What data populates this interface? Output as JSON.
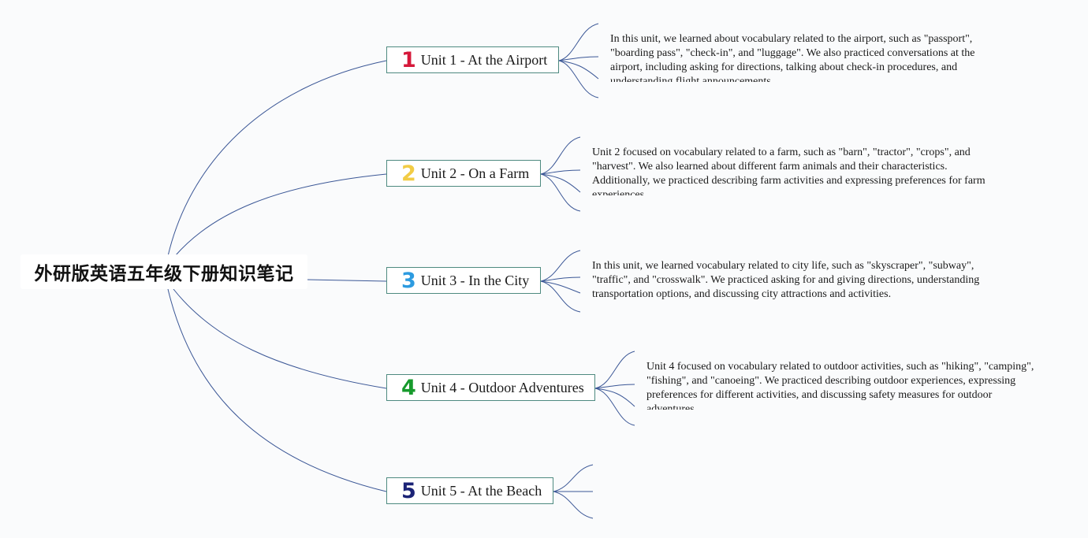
{
  "root": {
    "title": "外研版英语五年级下册知识笔记"
  },
  "units": [
    {
      "number": "1",
      "color": "#d6183a",
      "label": "Unit 1 - At the Airport",
      "note": "In this unit, we learned about vocabulary related to the airport, such as \"passport\", \"boarding pass\", \"check-in\", and \"luggage\". We also practiced conversations at the airport, including asking for directions, talking about check-in procedures, and understanding flight announcements."
    },
    {
      "number": "2",
      "color": "#f2cc45",
      "label": "Unit 2 - On a Farm",
      "note": "Unit 2 focused on vocabulary related to a farm, such as \"barn\", \"tractor\", \"crops\", and \"harvest\". We also learned about different farm animals and their characteristics. Additionally, we practiced describing farm activities and expressing preferences for farm experiences."
    },
    {
      "number": "3",
      "color": "#2d9be0",
      "label": "Unit 3 - In the City",
      "note": "In this unit, we learned vocabulary related to city life, such as \"skyscraper\", \"subway\", \"traffic\", and \"crosswalk\". We practiced asking for and giving directions, understanding transportation options, and discussing city attractions and activities."
    },
    {
      "number": "4",
      "color": "#179a2c",
      "label": "Unit 4 - Outdoor Adventures",
      "note": "Unit 4 focused on vocabulary related to outdoor activities, such as \"hiking\", \"camping\", \"fishing\", and \"canoeing\". We practiced describing outdoor experiences, expressing preferences for different activities, and discussing safety measures for outdoor adventures."
    },
    {
      "number": "5",
      "color": "#1b2376",
      "label": "Unit 5 - At the Beach",
      "note": ""
    }
  ],
  "colors": {
    "connector": "#3b5796",
    "node_border": "#4e8a80"
  }
}
